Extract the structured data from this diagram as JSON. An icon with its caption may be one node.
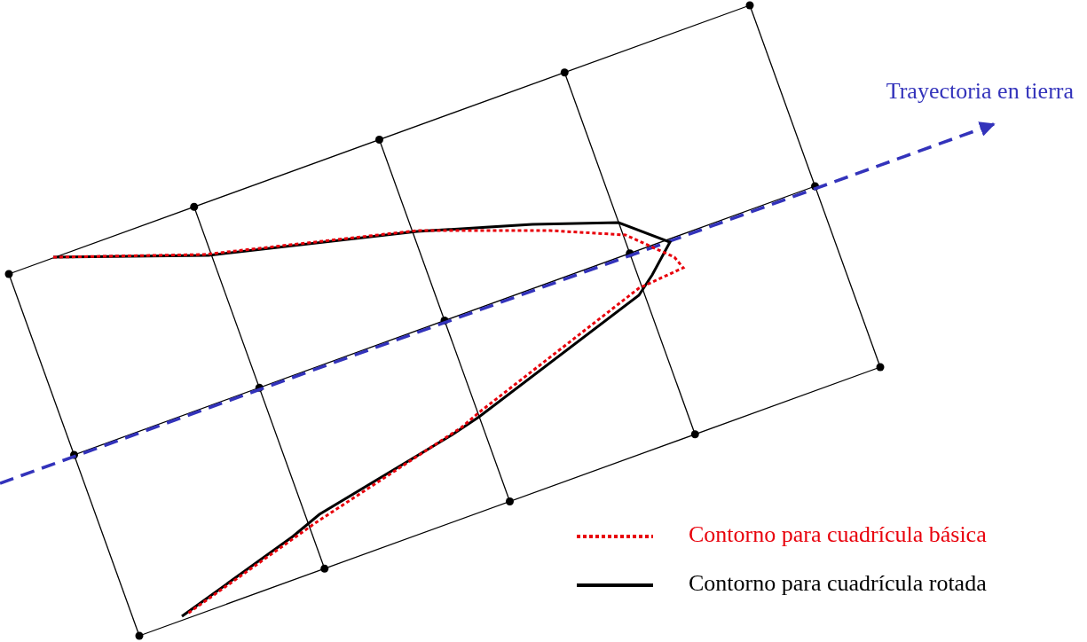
{
  "diagram": {
    "labels": [
      "Trayectoria en tierra"
    ],
    "legend": [
      {
        "text": "Contorno para cuadrícula básica"
      },
      {
        "text": "Contorno para cuadrícula rotada"
      }
    ]
  }
}
